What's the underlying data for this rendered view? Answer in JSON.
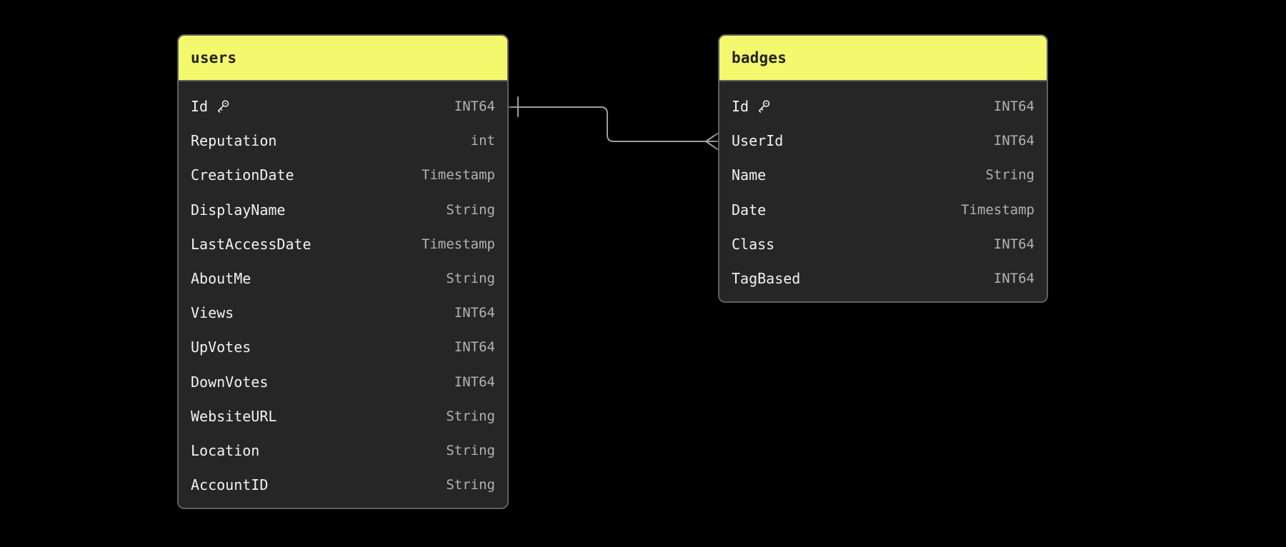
{
  "diagram": {
    "background_color": "#000000",
    "connector_color": "#9e9e9e",
    "header_color": "#f4f86c",
    "body_color": "#262626",
    "border_color": "#606060",
    "field_text_color": "#f2f2f2",
    "type_text_color": "#b2b2b6"
  },
  "tables": [
    {
      "name": "users",
      "fields": [
        {
          "name": "Id",
          "type": "INT64",
          "primary_key": true
        },
        {
          "name": "Reputation",
          "type": "int",
          "primary_key": false
        },
        {
          "name": "CreationDate",
          "type": "Timestamp",
          "primary_key": false
        },
        {
          "name": "DisplayName",
          "type": "String",
          "primary_key": false
        },
        {
          "name": "LastAccessDate",
          "type": "Timestamp",
          "primary_key": false
        },
        {
          "name": "AboutMe",
          "type": "String",
          "primary_key": false
        },
        {
          "name": "Views",
          "type": "INT64",
          "primary_key": false
        },
        {
          "name": "UpVotes",
          "type": "INT64",
          "primary_key": false
        },
        {
          "name": "DownVotes",
          "type": "INT64",
          "primary_key": false
        },
        {
          "name": "WebsiteURL",
          "type": "String",
          "primary_key": false
        },
        {
          "name": "Location",
          "type": "String",
          "primary_key": false
        },
        {
          "name": "AccountID",
          "type": "String",
          "primary_key": false
        }
      ]
    },
    {
      "name": "badges",
      "fields": [
        {
          "name": "Id",
          "type": "INT64",
          "primary_key": true
        },
        {
          "name": "UserId",
          "type": "INT64",
          "primary_key": false
        },
        {
          "name": "Name",
          "type": "String",
          "primary_key": false
        },
        {
          "name": "Date",
          "type": "Timestamp",
          "primary_key": false
        },
        {
          "name": "Class",
          "type": "INT64",
          "primary_key": false
        },
        {
          "name": "TagBased",
          "type": "INT64",
          "primary_key": false
        }
      ]
    }
  ],
  "relationships": [
    {
      "from_table": "users",
      "from_field": "Id",
      "to_table": "badges",
      "to_field": "UserId",
      "from_cardinality": "one",
      "to_cardinality": "many"
    }
  ]
}
